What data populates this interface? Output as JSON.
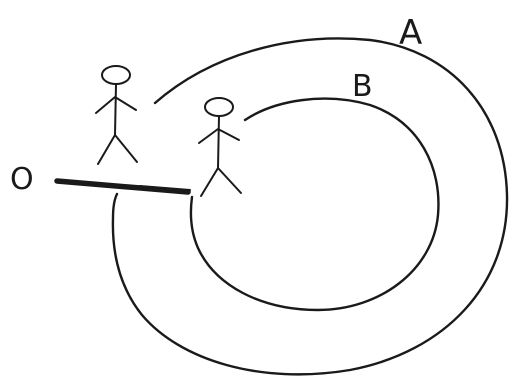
{
  "labels": {
    "outer_track": "A",
    "inner_track": "B",
    "start_point": "O"
  },
  "colors": {
    "ink": "#1a1a1a",
    "background": "#ffffff"
  }
}
